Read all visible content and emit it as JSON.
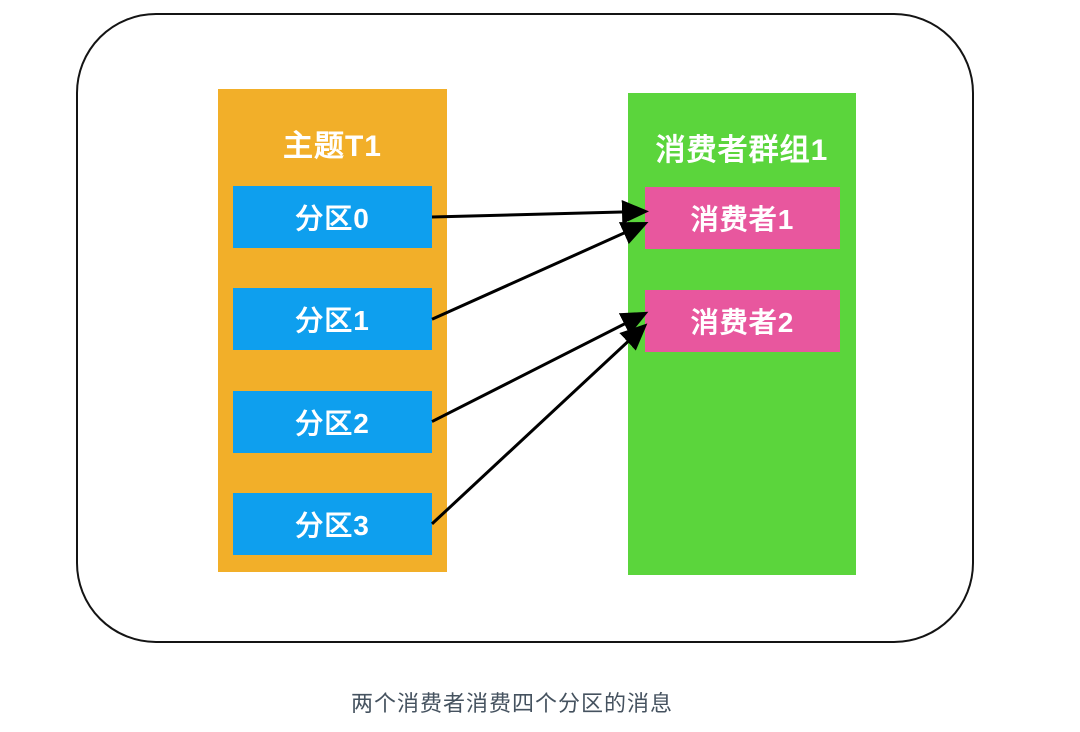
{
  "diagram": {
    "topic": {
      "title": "主题T1",
      "partitions": [
        {
          "id": "p0",
          "label": "分区0"
        },
        {
          "id": "p1",
          "label": "分区1"
        },
        {
          "id": "p2",
          "label": "分区2"
        },
        {
          "id": "p3",
          "label": "分区3"
        }
      ]
    },
    "consumer_group": {
      "title": "消费者群组1",
      "consumers": [
        {
          "id": "c1",
          "label": "消费者1"
        },
        {
          "id": "c2",
          "label": "消费者2"
        }
      ]
    },
    "connections": [
      {
        "from": "p0",
        "to": "c1"
      },
      {
        "from": "p1",
        "to": "c1"
      },
      {
        "from": "p2",
        "to": "c2"
      },
      {
        "from": "p3",
        "to": "c2"
      }
    ],
    "caption": "两个消费者消费四个分区的消息",
    "colors": {
      "topic_box": "#F2AF29",
      "partition_box": "#0E9FEE",
      "group_box": "#5BD53C",
      "consumer_box": "#E8579E",
      "arrow": "#000000",
      "frame_border": "#141414",
      "caption_text": "#45525F"
    }
  }
}
